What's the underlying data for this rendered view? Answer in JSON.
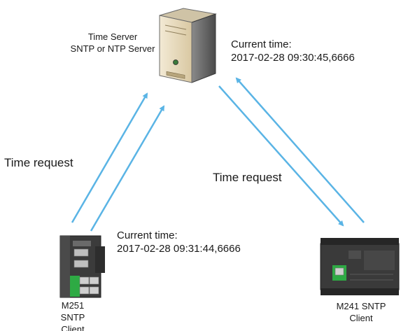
{
  "server": {
    "label_line1": "Time Server",
    "label_line2": "SNTP or NTP Server",
    "time_label": "Current time:",
    "time_value": "2017-02-28 09:30:45,6666"
  },
  "client_m251": {
    "label_line1": "M251",
    "label_line2": "SNTP",
    "label_line3": "Client",
    "time_label": "Current time:",
    "time_value": "2017-02-28 09:31:44,6666"
  },
  "client_m241": {
    "label_line1": "M241 SNTP",
    "label_line2": "Client"
  },
  "requests": {
    "left": "Time request",
    "right": "Time request"
  },
  "colors": {
    "arrow": "#5ab4e5",
    "server_body": "#e8dcc0",
    "plc_body": "#3a3a3a",
    "plc_accent": "#2eaa44"
  }
}
